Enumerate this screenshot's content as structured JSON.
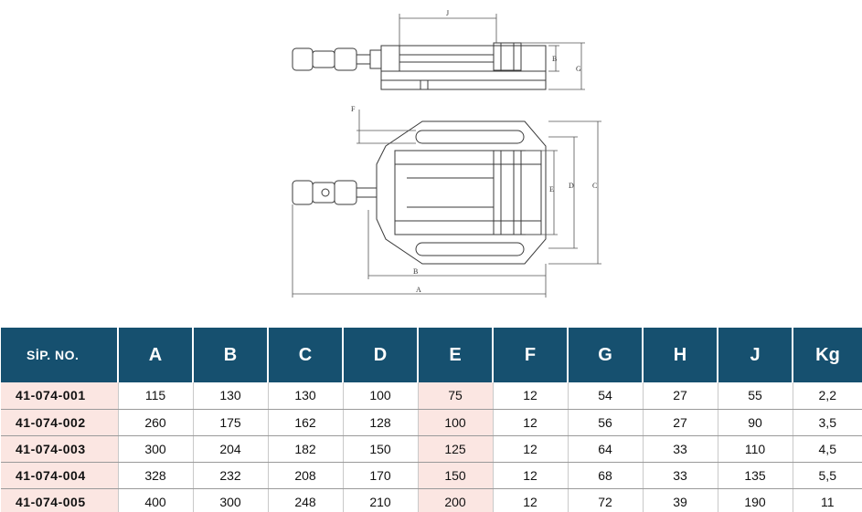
{
  "drawing": {
    "dimension_labels": [
      "J",
      "B",
      "G",
      "F",
      "E",
      "D",
      "C",
      "B",
      "A"
    ]
  },
  "table": {
    "headers": [
      "SİP. NO.",
      "A",
      "B",
      "C",
      "D",
      "E",
      "F",
      "G",
      "H",
      "J",
      "Kg"
    ],
    "rows": [
      [
        "41-074-001",
        "115",
        "130",
        "130",
        "100",
        "75",
        "12",
        "54",
        "27",
        "55",
        "2,2"
      ],
      [
        "41-074-002",
        "260",
        "175",
        "162",
        "128",
        "100",
        "12",
        "56",
        "27",
        "90",
        "3,5"
      ],
      [
        "41-074-003",
        "300",
        "204",
        "182",
        "150",
        "125",
        "12",
        "64",
        "33",
        "110",
        "4,5"
      ],
      [
        "41-074-004",
        "328",
        "232",
        "208",
        "170",
        "150",
        "12",
        "68",
        "33",
        "135",
        "5,5"
      ],
      [
        "41-074-005",
        "400",
        "300",
        "248",
        "210",
        "200",
        "12",
        "72",
        "39",
        "190",
        "11"
      ]
    ],
    "colors": {
      "header_bg": "#16506f",
      "highlight_bg": "#fbe6e2"
    }
  }
}
